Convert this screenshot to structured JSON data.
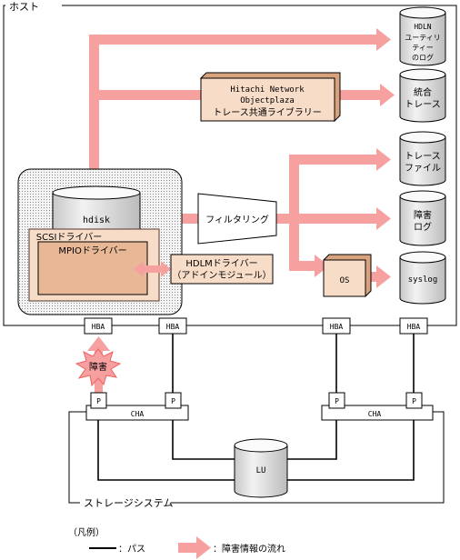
{
  "host": {
    "label": "ホスト"
  },
  "storage": {
    "label": "ストレージシステム"
  },
  "cylinders": {
    "hdln_log": [
      "HDLN",
      "ユーティリ",
      "ティー",
      "のログ"
    ],
    "integrated_trace": [
      "統合",
      "トレース"
    ],
    "trace_file": [
      "トレース",
      "ファイル"
    ],
    "fault_log": [
      "障害",
      "ログ"
    ],
    "syslog": [
      "syslog"
    ],
    "hdisk": "hdisk",
    "lu": "LU"
  },
  "objectplaza": {
    "line1": "Hitachi Network",
    "line2": "Objectplaza",
    "line3": "トレース共通ライブラリー"
  },
  "filtering": "フィルタリング",
  "scsi_driver": "SCSIドライバー",
  "mpio_driver": "MPIOドライバー",
  "hdlm_driver": {
    "line1": "HDLMドライバー",
    "line2": "（アドインモジュール）"
  },
  "os": "OS",
  "hba": "HBA",
  "port": "P",
  "cha": "CHA",
  "failure": "障害",
  "legend": {
    "title": "（凡例）",
    "path": "：パス",
    "failure_flow": "：障害情報の流れ"
  },
  "colors": {
    "flow": "#f7a0a0",
    "box_fill": "#f7dcc8",
    "box_shadow": "#d9a27e"
  }
}
